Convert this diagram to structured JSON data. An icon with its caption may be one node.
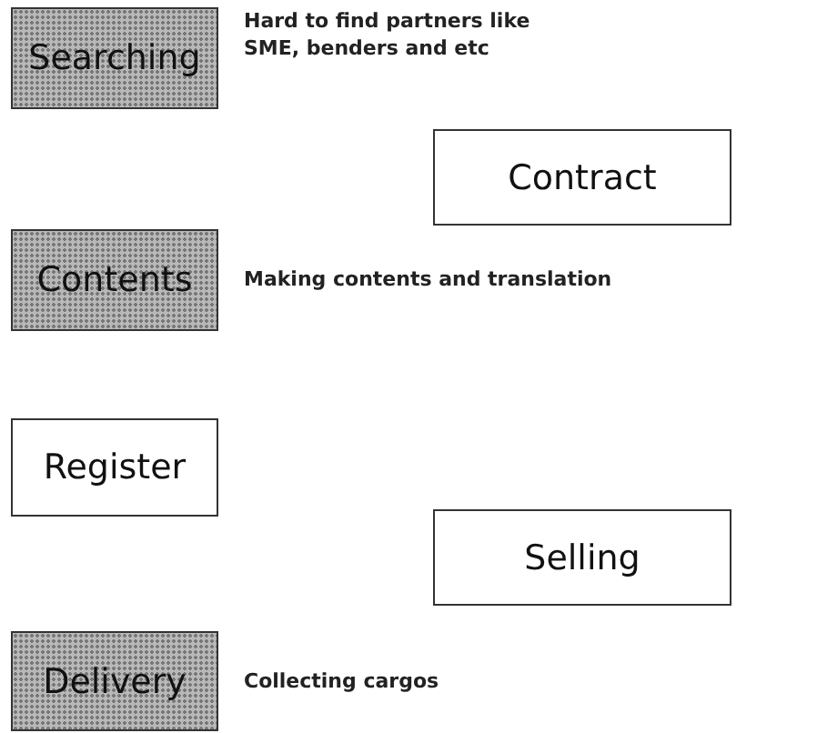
{
  "diagram": {
    "nodes": [
      {
        "text": [
          "Searching"
        ],
        "beside": [
          "Hard to find partners like SME, benders and etc"
        ]
      },
      {
        "text": [
          "Contract"
        ]
      },
      {
        "text": [
          "Contents"
        ],
        "beside": [
          "Making contents and translation"
        ]
      },
      {
        "text": [
          "Register"
        ]
      },
      {
        "text": [
          "Selling"
        ]
      },
      {
        "text": [
          "Delivery"
        ],
        "beside": [
          "Collecting cargos"
        ]
      }
    ]
  }
}
